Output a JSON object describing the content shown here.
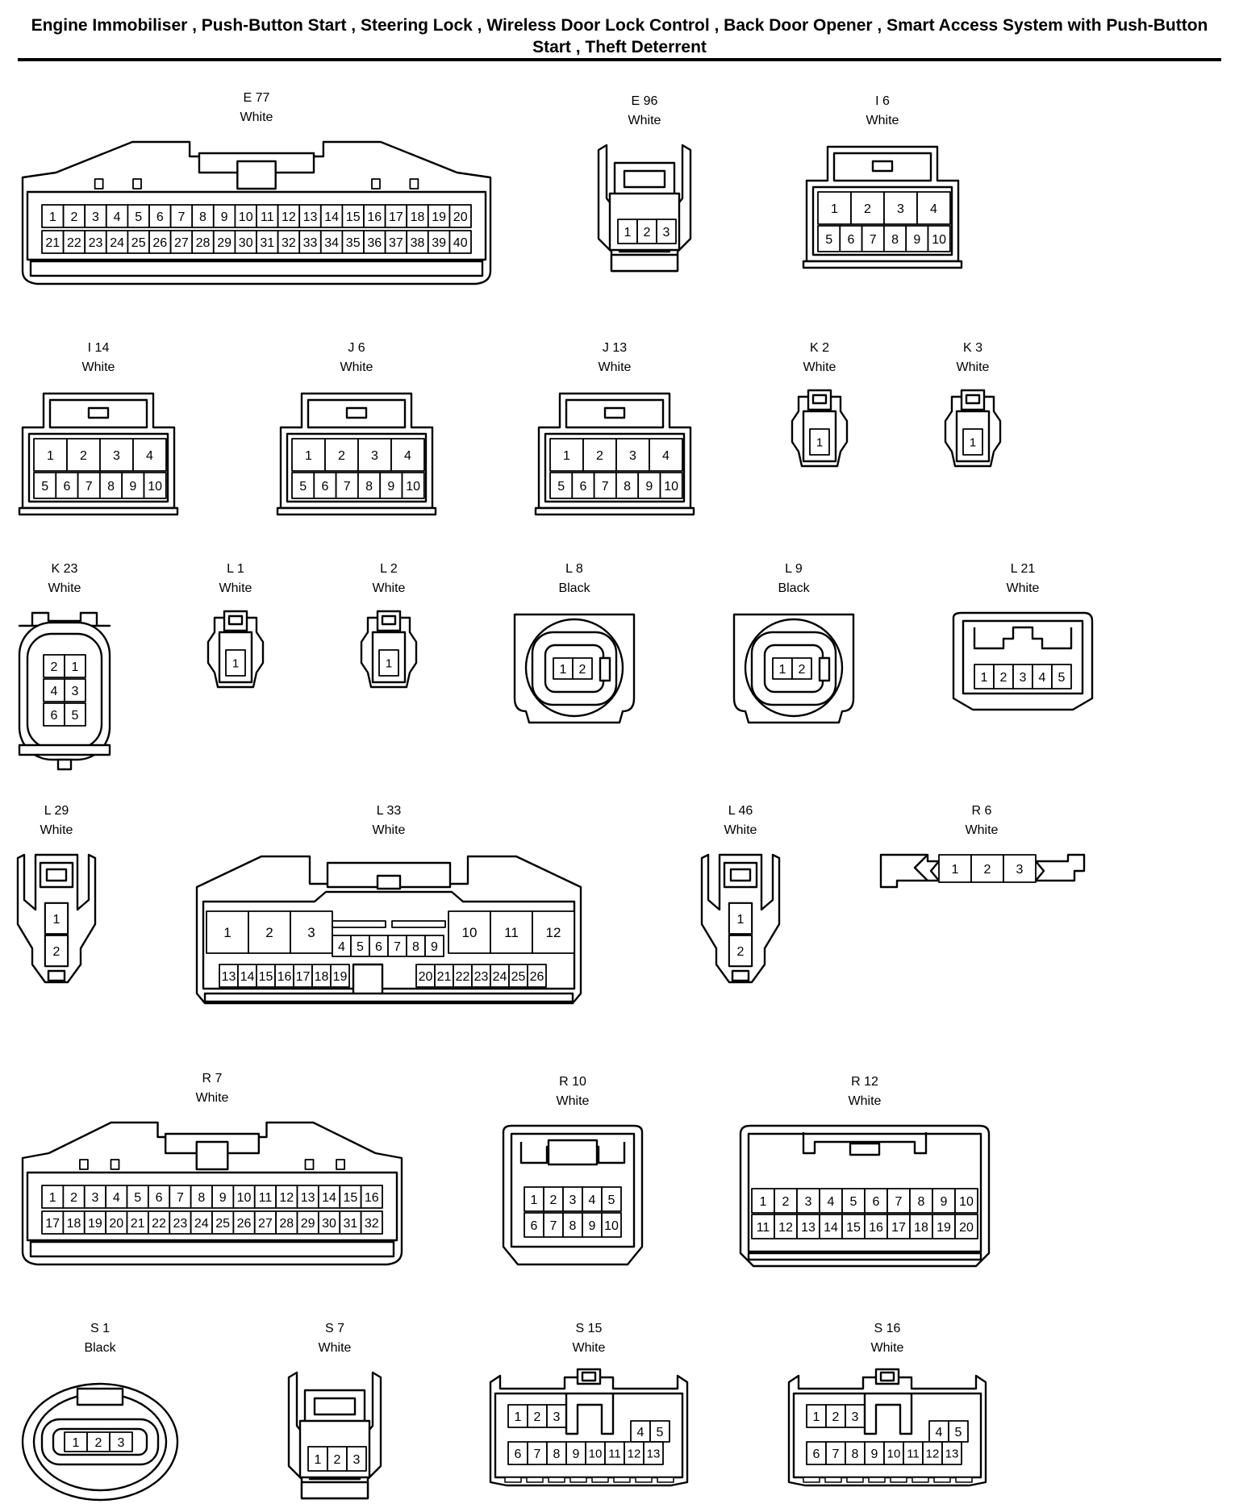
{
  "title": "Engine Immobiliser , Push-Button Start , Steering Lock , Wireless Door Lock Control , Back Door Opener , Smart Access System with Push-Button Start , Theft Deterrent",
  "connectors": [
    {
      "id": "E77",
      "name": "E 77",
      "color": "White",
      "style": "wide",
      "pins": 40
    },
    {
      "id": "E96",
      "name": "E 96",
      "color": "White",
      "style": "clip",
      "pins": 3
    },
    {
      "id": "I6",
      "name": "I 6",
      "color": "White",
      "style": "box10",
      "pins": 10
    },
    {
      "id": "I14",
      "name": "I 14",
      "color": "White",
      "style": "box10",
      "pins": 10
    },
    {
      "id": "J6",
      "name": "J 6",
      "color": "White",
      "style": "box10",
      "pins": 10
    },
    {
      "id": "J13",
      "name": "J 13",
      "color": "White",
      "style": "box10",
      "pins": 10
    },
    {
      "id": "K2",
      "name": "K 2",
      "color": "White",
      "style": "small",
      "pins": 1
    },
    {
      "id": "K3",
      "name": "K 3",
      "color": "White",
      "style": "small",
      "pins": 1
    },
    {
      "id": "K23",
      "name": "K 23",
      "color": "White",
      "style": "oval6",
      "pins": 6
    },
    {
      "id": "L1",
      "name": "L 1",
      "color": "White",
      "style": "small",
      "pins": 1
    },
    {
      "id": "L2",
      "name": "L 2",
      "color": "White",
      "style": "small",
      "pins": 1
    },
    {
      "id": "L8",
      "name": "L 8",
      "color": "Black",
      "style": "round2",
      "pins": 2
    },
    {
      "id": "L9",
      "name": "L 9",
      "color": "Black",
      "style": "round2",
      "pins": 2
    },
    {
      "id": "L21",
      "name": "L 21",
      "color": "White",
      "style": "row5",
      "pins": 5
    },
    {
      "id": "L29",
      "name": "L 29",
      "color": "White",
      "style": "tall2",
      "pins": 2
    },
    {
      "id": "L33",
      "name": "L 33",
      "color": "White",
      "style": "l33",
      "pins": 26
    },
    {
      "id": "L46",
      "name": "L 46",
      "color": "White",
      "style": "tall2",
      "pins": 2
    },
    {
      "id": "R6",
      "name": "R 6",
      "color": "White",
      "style": "flat3",
      "pins": 3
    },
    {
      "id": "R7",
      "name": "R 7",
      "color": "White",
      "style": "wide",
      "pins": 32
    },
    {
      "id": "R10",
      "name": "R 10",
      "color": "White",
      "style": "box10b",
      "pins": 10
    },
    {
      "id": "R12",
      "name": "R 12",
      "color": "White",
      "style": "box20",
      "pins": 20
    },
    {
      "id": "S1",
      "name": "S 1",
      "color": "Black",
      "style": "oval3",
      "pins": 3
    },
    {
      "id": "S7",
      "name": "S 7",
      "color": "White",
      "style": "clip",
      "pins": 3
    },
    {
      "id": "S15",
      "name": "S 15",
      "color": "White",
      "style": "s13",
      "pins": 13
    },
    {
      "id": "S16",
      "name": "S 16",
      "color": "White",
      "style": "s13",
      "pins": 13
    }
  ]
}
